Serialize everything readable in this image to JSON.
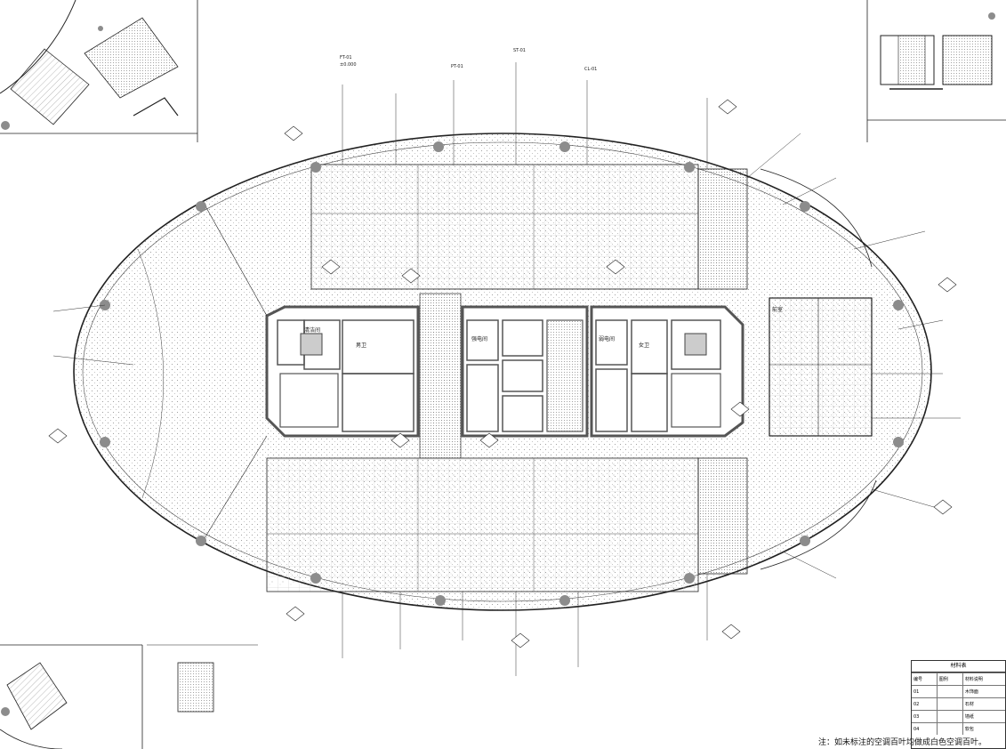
{
  "drawing": {
    "note": "注：如未标注的空调百叶均做成白色空调百叶。",
    "legend": {
      "title": "材料表",
      "header": [
        "编号",
        "图例",
        "材料说明"
      ],
      "rows": [
        [
          "01",
          "",
          "木饰面"
        ],
        [
          "02",
          "",
          "石材"
        ],
        [
          "03",
          "",
          "墙纸"
        ],
        [
          "04",
          "",
          "软包"
        ]
      ]
    },
    "room_labels": [
      {
        "id": "r1",
        "text": "清洁间"
      },
      {
        "id": "r2",
        "text": "男卫"
      },
      {
        "id": "r3",
        "text": "女卫"
      },
      {
        "id": "r4",
        "text": "强电间"
      },
      {
        "id": "r5",
        "text": "弱电间"
      },
      {
        "id": "r6",
        "text": "前室"
      }
    ],
    "annotations": [
      {
        "id": "a1",
        "text": "FT-01"
      },
      {
        "id": "a2",
        "text": "±0.000"
      },
      {
        "id": "a3",
        "text": "PT-01"
      },
      {
        "id": "a4",
        "text": "ST-01"
      },
      {
        "id": "a5",
        "text": "CL-01"
      }
    ],
    "colors": {
      "line": "#222222",
      "hatch": "#9a9a9a",
      "column": "#8c8c8c",
      "wall": "#555555"
    }
  }
}
